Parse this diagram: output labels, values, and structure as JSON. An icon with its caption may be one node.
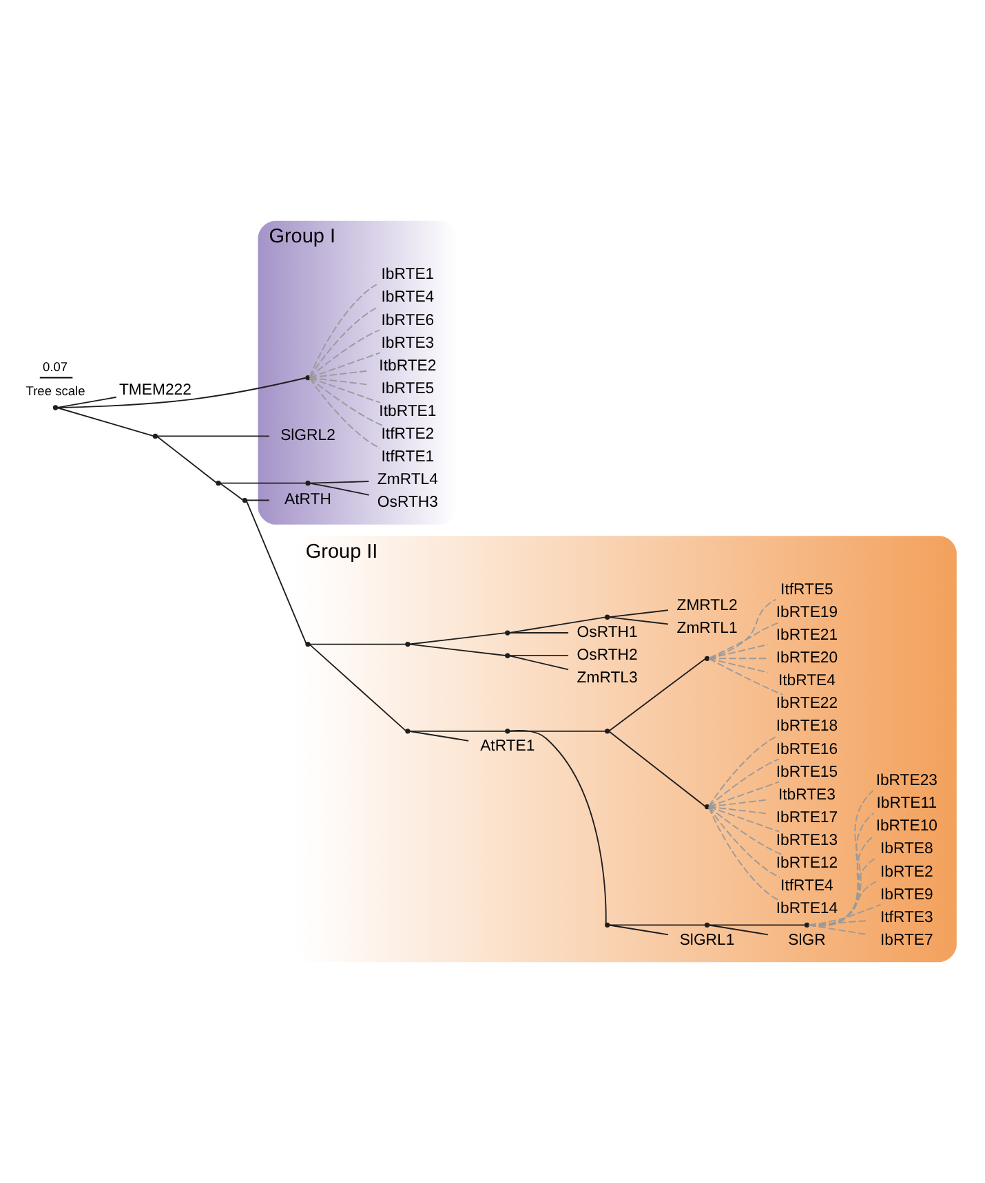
{
  "diagram": {
    "nodes": [
      {
        "text": [
          "TMEM222"
        ]
      },
      {
        "text": [
          "Group I"
        ]
      },
      {
        "text": [
          "IbRTE4"
        ],
        "in": 1
      },
      {
        "text": [
          "IbRTE1"
        ],
        "in": 1
      },
      {
        "text": [
          "ItfRTE1"
        ],
        "in": 1
      },
      {
        "text": [
          "ItfRTE2"
        ],
        "in": 1
      },
      {
        "text": [
          "ItbRTE1"
        ],
        "in": 1
      },
      {
        "text": [
          "IbRTE5"
        ],
        "in": 1
      },
      {
        "text": [
          "ItbRTE2"
        ],
        "in": 1
      },
      {
        "text": [
          "IbRTE3"
        ],
        "in": 1
      },
      {
        "text": [
          "IbRTE6"
        ],
        "in": 1
      },
      {
        "text": [
          "SlGRL2"
        ],
        "in": 1
      },
      {
        "text": [
          "ZmRTL4"
        ],
        "in": 1
      },
      {
        "text": [
          "OsRTH3"
        ],
        "in": 1
      },
      {
        "text": [
          "AtRTH"
        ],
        "in": 1
      },
      {
        "text": [],
        "shape": "point",
        "in": 1
      },
      {
        "text": [],
        "shape": "point",
        "in": 1
      },
      {
        "text": [],
        "shape": "point"
      },
      {
        "text": [],
        "shape": "point"
      },
      {
        "text": [],
        "shape": "point"
      },
      {
        "text": [],
        "shape": "point"
      },
      {
        "text": [
          "Group II"
        ]
      },
      {
        "text": [
          "IbRTE7"
        ],
        "in": 21
      },
      {
        "text": [
          "ItfRTE3"
        ],
        "in": 21
      },
      {
        "text": [
          "IbRTE9"
        ],
        "in": 21
      },
      {
        "text": [
          "IbRTE2"
        ],
        "in": 21
      },
      {
        "text": [
          "IbRTE8"
        ],
        "in": 21
      },
      {
        "text": [
          "IbRTE10"
        ],
        "in": 21
      },
      {
        "text": [
          "IbRTE11"
        ],
        "in": 21
      },
      {
        "text": [
          "IbRTE23"
        ],
        "in": 21
      },
      {
        "text": [
          "SlGR"
        ],
        "in": 21
      },
      {
        "text": [
          "SlGRL1"
        ],
        "in": 21
      },
      {
        "text": [
          "IbRTE14"
        ],
        "in": 21
      },
      {
        "text": [
          "ItfRTE4"
        ],
        "in": 21
      },
      {
        "text": [
          "IbRTE12"
        ],
        "in": 21
      },
      {
        "text": [
          "IbRTE13"
        ],
        "in": 21
      },
      {
        "text": [
          "IbRTE17"
        ],
        "in": 21
      },
      {
        "text": [
          "ItbRTE3"
        ],
        "in": 21
      },
      {
        "text": [
          "IbRTE15"
        ],
        "in": 21
      },
      {
        "text": [
          "IbRTE16"
        ],
        "in": 21
      },
      {
        "text": [
          "IbRTE18"
        ],
        "in": 21
      },
      {
        "text": [
          "ZmRTL3"
        ],
        "in": 21
      },
      {
        "text": [
          "OsRTH2"
        ],
        "in": 21
      },
      {
        "text": [
          "ZmRTL1"
        ],
        "in": 21
      },
      {
        "text": [
          "ZMRTL2"
        ],
        "in": 21
      },
      {
        "text": [
          "OsRTH1"
        ],
        "in": 21
      },
      {
        "text": [
          "AtRTE1"
        ],
        "in": 21
      },
      {
        "text": [
          "IbRTE22"
        ],
        "in": 21
      },
      {
        "text": [
          "ItbRTE4"
        ],
        "in": 21
      },
      {
        "text": [
          "IbRTE20"
        ],
        "in": 21
      },
      {
        "text": [
          "IbRTE21"
        ],
        "in": 21
      },
      {
        "text": [
          "IbRTE19"
        ],
        "in": 21
      },
      {
        "text": [
          "ItfRTE5"
        ],
        "in": 21
      },
      {
        "text": [],
        "shape": "point",
        "in": 21
      },
      {
        "text": [],
        "shape": "point",
        "in": 21
      },
      {
        "text": [],
        "shape": "point",
        "in": 21
      },
      {
        "text": [],
        "shape": "point",
        "in": 21
      },
      {
        "text": [],
        "shape": "point",
        "in": 21
      },
      {
        "text": [],
        "shape": "point",
        "in": 21
      },
      {
        "text": [],
        "shape": "point",
        "in": 21
      },
      {
        "text": [],
        "shape": "point",
        "in": 21
      },
      {
        "text": [],
        "shape": "point",
        "in": 21
      },
      {
        "text": [],
        "shape": "point",
        "in": 21
      },
      {
        "text": [],
        "shape": "point",
        "in": 21
      },
      {
        "text": [],
        "shape": "point",
        "in": 21
      },
      {
        "text": [],
        "shape": "point",
        "in": 21
      }
    ],
    "edges": [
      {
        "from": 17,
        "to": 0,
        "arrow": "none",
        "color": "#1e1e1e"
      },
      {
        "from": 17,
        "to": 15,
        "arrow": "none",
        "color": "#1e1e1e"
      },
      {
        "from": 15,
        "to": 2,
        "arrow": "none",
        "style": "dashed"
      },
      {
        "from": 15,
        "to": 3,
        "arrow": "none",
        "style": "dashed"
      },
      {
        "from": 15,
        "to": 4,
        "arrow": "none",
        "style": "dashed"
      },
      {
        "from": 15,
        "to": 5,
        "arrow": "none",
        "style": "dashed"
      },
      {
        "from": 15,
        "to": 6,
        "arrow": "none",
        "style": "dashed"
      },
      {
        "from": 15,
        "to": 7,
        "arrow": "none",
        "style": "dashed"
      },
      {
        "from": 15,
        "to": 8,
        "arrow": "none",
        "style": "dashed"
      },
      {
        "from": 15,
        "to": 9,
        "arrow": "none",
        "style": "dashed"
      },
      {
        "from": 15,
        "to": 10,
        "arrow": "none",
        "style": "dashed"
      },
      {
        "from": 17,
        "to": 18,
        "arrow": "none",
        "color": "#1e1e1e"
      },
      {
        "from": 18,
        "to": 11,
        "arrow": "none",
        "color": "#1e1e1e"
      },
      {
        "from": 18,
        "to": 19,
        "arrow": "none",
        "color": "#1e1e1e"
      },
      {
        "from": 19,
        "to": 16,
        "arrow": "none",
        "color": "#1e1e1e"
      },
      {
        "from": 16,
        "to": 12,
        "arrow": "none",
        "color": "#1e1e1e"
      },
      {
        "from": 16,
        "to": 13,
        "arrow": "none",
        "color": "#1e1e1e"
      },
      {
        "from": 19,
        "to": 20,
        "arrow": "none",
        "color": "#1e1e1e"
      },
      {
        "from": 20,
        "to": 14,
        "arrow": "none",
        "color": "#1e1e1e"
      },
      {
        "from": 20,
        "to": 53,
        "arrow": "none",
        "color": "#1e1e1e"
      },
      {
        "from": 53,
        "to": 62,
        "arrow": "none",
        "color": "#1e1e1e"
      },
      {
        "from": 62,
        "to": 63,
        "arrow": "none",
        "color": "#1e1e1e"
      },
      {
        "from": 63,
        "to": 41,
        "arrow": "none",
        "color": "#1e1e1e"
      },
      {
        "from": 63,
        "to": 42,
        "arrow": "none",
        "color": "#1e1e1e"
      },
      {
        "from": 62,
        "to": 64,
        "arrow": "none",
        "color": "#1e1e1e"
      },
      {
        "from": 64,
        "to": 65,
        "arrow": "none",
        "color": "#1e1e1e"
      },
      {
        "from": 65,
        "to": 43,
        "arrow": "none",
        "color": "#1e1e1e"
      },
      {
        "from": 65,
        "to": 44,
        "arrow": "none",
        "color": "#1e1e1e"
      },
      {
        "from": 64,
        "to": 45,
        "arrow": "none",
        "color": "#1e1e1e"
      },
      {
        "from": 53,
        "to": 54,
        "arrow": "none",
        "color": "#1e1e1e"
      },
      {
        "from": 54,
        "to": 46,
        "arrow": "none",
        "color": "#1e1e1e"
      },
      {
        "from": 54,
        "to": 55,
        "arrow": "none",
        "color": "#1e1e1e"
      },
      {
        "from": 55,
        "to": 56,
        "arrow": "none",
        "color": "#1e1e1e"
      },
      {
        "from": 56,
        "to": 57,
        "arrow": "none",
        "color": "#1e1e1e"
      },
      {
        "from": 57,
        "to": 58,
        "arrow": "none",
        "color": "#1e1e1e"
      },
      {
        "from": 58,
        "to": 22,
        "arrow": "none",
        "style": "dashed"
      },
      {
        "from": 58,
        "to": 23,
        "arrow": "none",
        "style": "dashed"
      },
      {
        "from": 58,
        "to": 24,
        "arrow": "none",
        "style": "dashed"
      },
      {
        "from": 58,
        "to": 25,
        "arrow": "none",
        "style": "dashed"
      },
      {
        "from": 58,
        "to": 26,
        "arrow": "none",
        "style": "dashed"
      },
      {
        "from": 58,
        "to": 27,
        "arrow": "none",
        "style": "dashed"
      },
      {
        "from": 58,
        "to": 28,
        "arrow": "none",
        "style": "dashed"
      },
      {
        "from": 58,
        "to": 29,
        "arrow": "none",
        "style": "dashed"
      },
      {
        "from": 57,
        "to": 30,
        "arrow": "none",
        "color": "#1e1e1e"
      },
      {
        "from": 56,
        "to": 31,
        "arrow": "none",
        "color": "#1e1e1e"
      },
      {
        "from": 55,
        "to": 59,
        "arrow": "none",
        "color": "#1e1e1e"
      },
      {
        "from": 59,
        "to": 60,
        "arrow": "none",
        "color": "#1e1e1e"
      },
      {
        "from": 60,
        "to": 32,
        "arrow": "none",
        "style": "dashed"
      },
      {
        "from": 60,
        "to": 33,
        "arrow": "none",
        "style": "dashed"
      },
      {
        "from": 60,
        "to": 34,
        "arrow": "none",
        "style": "dashed"
      },
      {
        "from": 60,
        "to": 35,
        "arrow": "none",
        "style": "dashed"
      },
      {
        "from": 60,
        "to": 36,
        "arrow": "none",
        "style": "dashed"
      },
      {
        "from": 60,
        "to": 37,
        "arrow": "none",
        "style": "dashed"
      },
      {
        "from": 60,
        "to": 38,
        "arrow": "none",
        "style": "dashed"
      },
      {
        "from": 60,
        "to": 39,
        "arrow": "none",
        "style": "dashed"
      },
      {
        "from": 60,
        "to": 40,
        "arrow": "none",
        "style": "dashed"
      },
      {
        "from": 59,
        "to": 61,
        "arrow": "none",
        "color": "#1e1e1e"
      },
      {
        "from": 61,
        "to": 47,
        "arrow": "none",
        "style": "dashed"
      },
      {
        "from": 61,
        "to": 48,
        "arrow": "none",
        "style": "dashed"
      },
      {
        "from": 61,
        "to": 49,
        "arrow": "none",
        "style": "dashed"
      },
      {
        "from": 61,
        "to": 50,
        "arrow": "none",
        "style": "dashed"
      },
      {
        "from": 61,
        "to": 51,
        "arrow": "none",
        "style": "dashed"
      },
      {
        "from": 61,
        "to": 52,
        "arrow": "none",
        "style": "dashed"
      }
    ],
    "labels": [
      "Tree scale",
      "0.07"
    ]
  }
}
